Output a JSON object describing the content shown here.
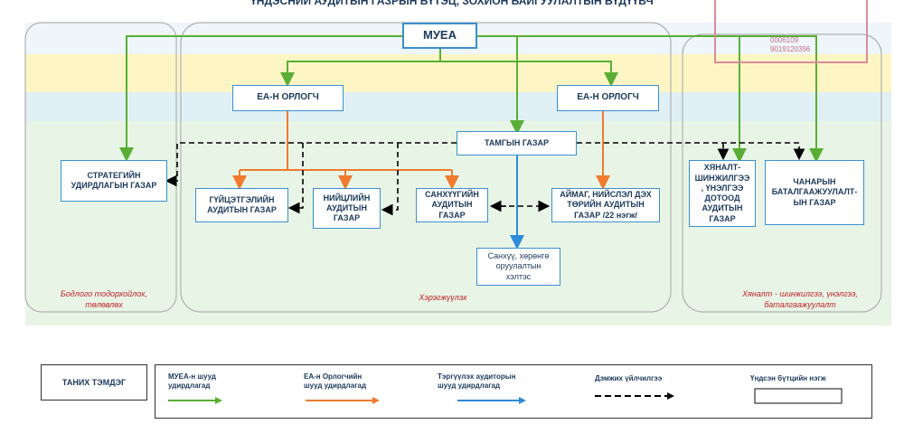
{
  "header": {
    "title": "ҮНДЭСНИЙ АУДИТЫН ГАЗРЫН БҮТЭЦ, ЗОХИОН БАЙГУУЛАЛТЫН БҮДҮҮВЧ"
  },
  "stamp": {
    "lines": [
      "0006109",
      "9019120396"
    ]
  },
  "colors": {
    "direct": "#5aae35",
    "deputy": "#f07a2e",
    "lead_auditor": "#2e8bd9",
    "support": "#000000",
    "box_border": "#3a8fd0",
    "zone_caption": "#c0202a",
    "band_yellow": "#fdf6c4",
    "band_blue": "#e0f0f5",
    "band_green": "#e8f5e6"
  },
  "nodes": {
    "mueа": "МУЕА",
    "deputy_left": "ЕА-Н ОРЛОГЧ",
    "deputy_right": "ЕА-Н ОРЛОГЧ",
    "secretariat": "ТАМГЫН ГАЗАР",
    "strategy": "СТРАТЕГИЙН\nУДИРДЛАГЫН ГАЗАР",
    "performance": "ГҮЙЦЭТГЭЛИЙН\nАУДИТЫН ГАЗАР",
    "compliance": "НИЙЦЛИЙН\nАУДИТЫН\nГАЗАР",
    "financial": "САНХҮҮГИЙН\nАУДИТЫН\nГАЗАР",
    "aimag": "АЙМАГ, НИЙСЛЭЛ ДЭХ\nТӨРИЙН АУДИТЫН\nГАЗАР /22 нэгж/",
    "finance_reporting": "Санхүү, хөрөнгө\nоруулалтын\nхэлтэс",
    "monitoring": "ХЯНАЛТ-\nШИНЖИЛГЭЭ\n, ҮНЭЛГЭЭ\nДОТООД\nАУДИТЫН\nГАЗАР",
    "quality": "ЧАНАРЫН\nБАТАЛГААЖУУЛАЛТ-\nЫН  ГАЗАР"
  },
  "zones": {
    "left": "Бодлого тодорхойлох,\nтөлөвлөх",
    "middle": "Хэрэгжүүлэх",
    "right": "Хяналт - шинжилгээ, үнэлгээ,\nбаталгаажуулалт"
  },
  "legend": {
    "title": "ТАНИХ ТЭМДЭГ",
    "items": [
      {
        "label": "МУЕА-н шууд\nудирдлагад",
        "kind": "direct"
      },
      {
        "label": "ЕА-н Орлогчийн\nшууд удирдлагад",
        "kind": "deputy"
      },
      {
        "label": "Тэргүүлэх аудиторын\nшууд удирдлагад",
        "kind": "lead_auditor"
      },
      {
        "label": "Дэмжих үйлчилгээ",
        "kind": "support"
      },
      {
        "label": "Үндсэн бүтцийн нэгж",
        "kind": "unit"
      }
    ]
  }
}
